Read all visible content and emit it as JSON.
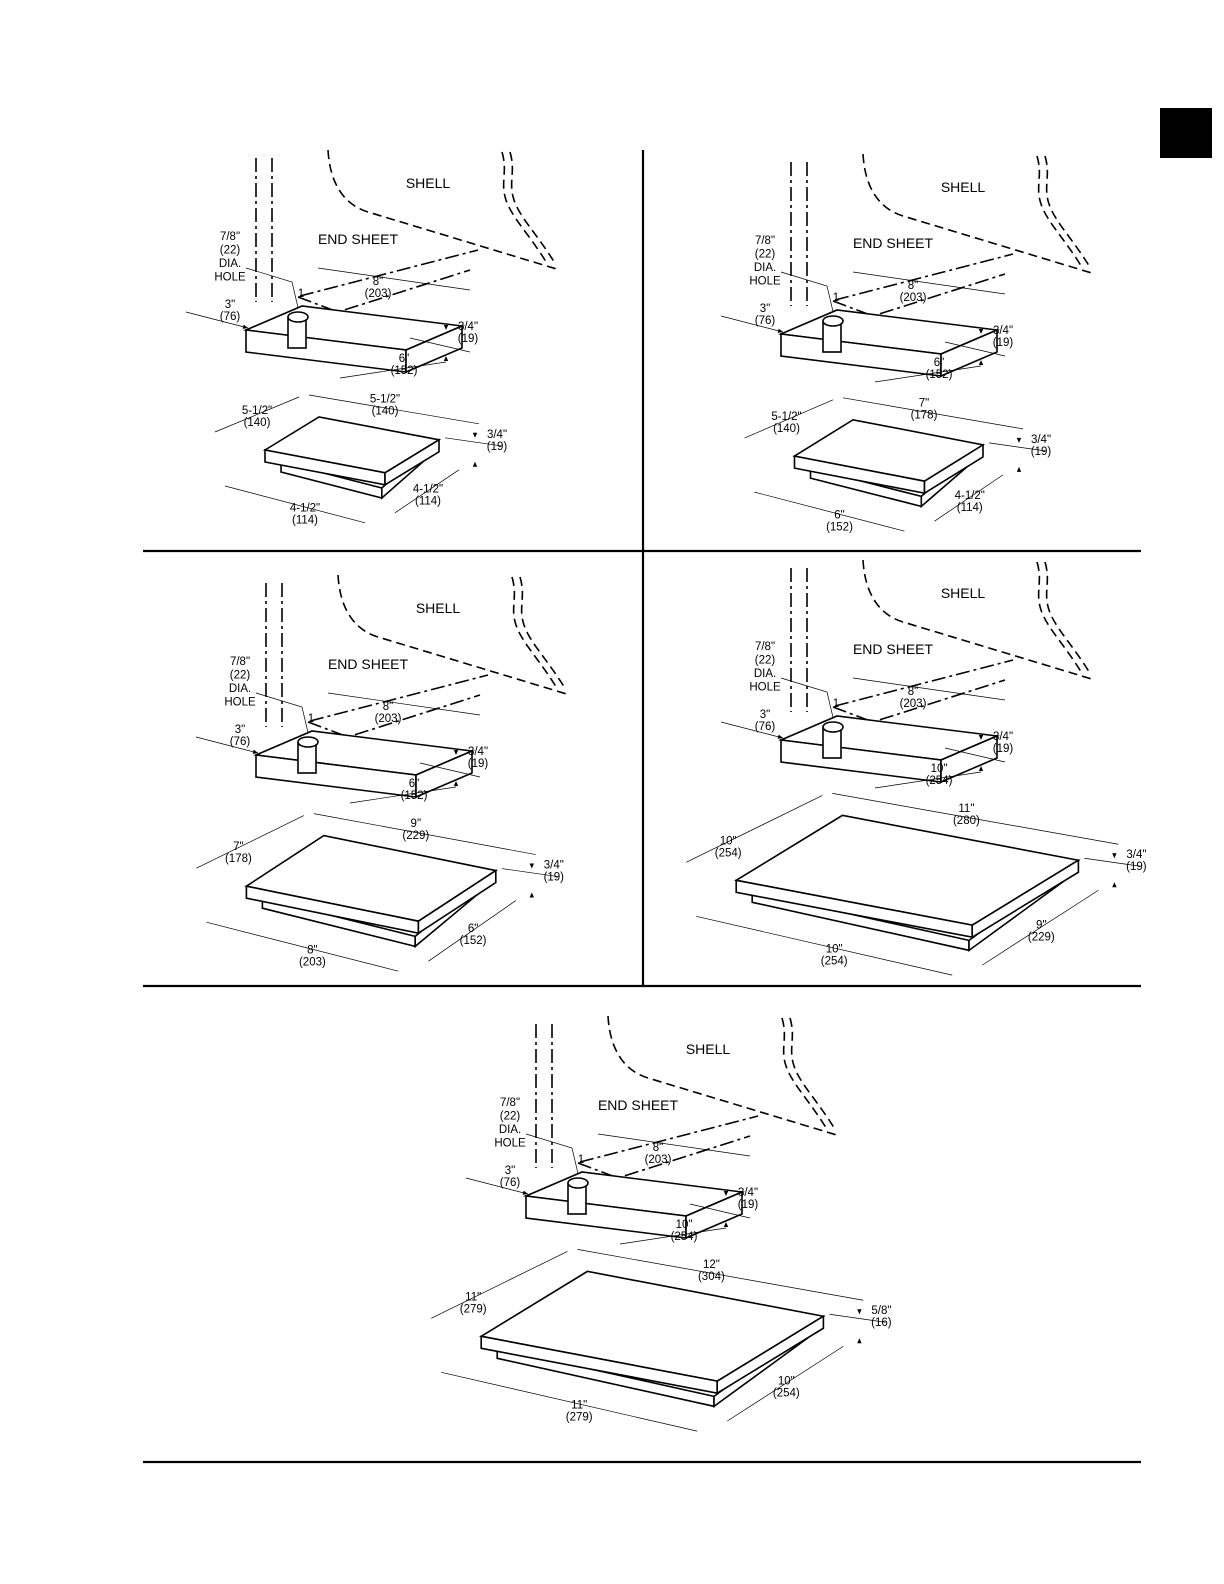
{
  "tab_marker_color": "#000000",
  "shell_label": "SHELL",
  "end_sheet_label": "END SHEET",
  "hole_label": [
    "7/8\"",
    "(22)",
    "DIA.",
    "HOLE"
  ],
  "leader_number": "1",
  "figures": [
    {
      "top_pad": {
        "width": "8\"",
        "width_mm": "(203)",
        "depth": "6\"",
        "depth_mm": "(152)",
        "thickness": "3/4\"",
        "thickness_mm": "(19)",
        "offset": "3\"",
        "offset_mm": "(76)"
      },
      "base_pad": {
        "back_left": "5-1/2\"",
        "back_left_mm": "(140)",
        "back_right": "5-1/2\"",
        "back_right_mm": "(140)",
        "front_left": "4-1/2\"",
        "front_left_mm": "(114)",
        "front_right": "4-1/2\"",
        "front_right_mm": "(114)",
        "thickness": "3/4\"",
        "thickness_mm": "(19)"
      }
    },
    {
      "top_pad": {
        "width": "8\"",
        "width_mm": "(203)",
        "depth": "6\"",
        "depth_mm": "(152)",
        "thickness": "3/4\"",
        "thickness_mm": "(19)",
        "offset": "3\"",
        "offset_mm": "(76)"
      },
      "base_pad": {
        "back_left": "5-1/2\"",
        "back_left_mm": "(140)",
        "back_right": "7\"",
        "back_right_mm": "(178)",
        "front_left": "6\"",
        "front_left_mm": "(152)",
        "front_right": "4-1/2\"",
        "front_right_mm": "(114)",
        "thickness": "3/4\"",
        "thickness_mm": "(19)"
      }
    },
    {
      "top_pad": {
        "width": "8\"",
        "width_mm": "(203)",
        "depth": "6\"",
        "depth_mm": "(152)",
        "thickness": "3/4\"",
        "thickness_mm": "(19)",
        "offset": "3\"",
        "offset_mm": "(76)"
      },
      "base_pad": {
        "back_left": "7\"",
        "back_left_mm": "(178)",
        "back_right": "9\"",
        "back_right_mm": "(229)",
        "front_left": "8\"",
        "front_left_mm": "(203)",
        "front_right": "6\"",
        "front_right_mm": "(152)",
        "thickness": "3/4\"",
        "thickness_mm": "(19)"
      }
    },
    {
      "top_pad": {
        "width": "8\"",
        "width_mm": "(203)",
        "depth": "10\"",
        "depth_mm": "(254)",
        "thickness": "3/4\"",
        "thickness_mm": "(19)",
        "offset": "3\"",
        "offset_mm": "(76)"
      },
      "base_pad": {
        "back_left": "10\"",
        "back_left_mm": "(254)",
        "back_right": "11\"",
        "back_right_mm": "(280)",
        "front_left": "10\"",
        "front_left_mm": "(254)",
        "front_right": "9\"",
        "front_right_mm": "(229)",
        "thickness": "3/4\"",
        "thickness_mm": "(19)"
      }
    },
    {
      "top_pad": {
        "width": "8\"",
        "width_mm": "(203)",
        "depth": "10\"",
        "depth_mm": "(254)",
        "thickness": "3/4\"",
        "thickness_mm": "(19)",
        "offset": "3\"",
        "offset_mm": "(76)"
      },
      "base_pad": {
        "back_left": "11\"",
        "back_left_mm": "(279)",
        "back_right": "12\"",
        "back_right_mm": "(304)",
        "front_left": "11\"",
        "front_left_mm": "(279)",
        "front_right": "10\"",
        "front_right_mm": "(254)",
        "thickness": "5/8\"",
        "thickness_mm": "(16)"
      }
    }
  ]
}
